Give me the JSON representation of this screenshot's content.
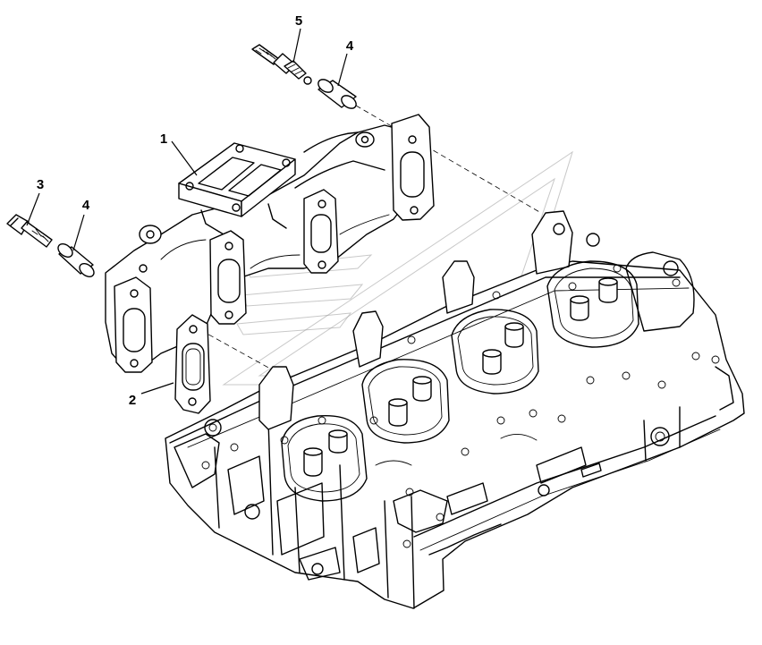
{
  "callouts": [
    {
      "id": "1",
      "label": "1"
    },
    {
      "id": "2",
      "label": "2"
    },
    {
      "id": "3",
      "label": "3"
    },
    {
      "id": "4a",
      "label": "4"
    },
    {
      "id": "4b",
      "label": "4"
    },
    {
      "id": "5",
      "label": "5"
    }
  ]
}
